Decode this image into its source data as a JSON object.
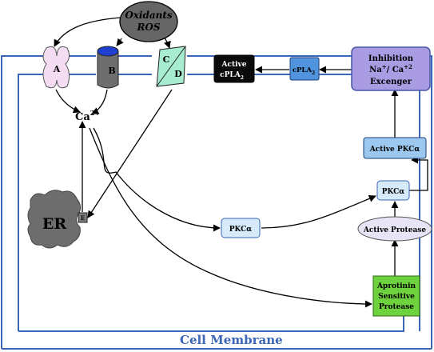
{
  "oxidants": {
    "line1": "Oxidants",
    "line2": "ROS"
  },
  "channels": {
    "a": "A",
    "b": "B",
    "c": "C",
    "d": "D",
    "e": "E"
  },
  "calcium": {
    "base": "Ca",
    "sup": "2+"
  },
  "er": "ER",
  "active_cpla2": {
    "line1": "Active",
    "line2": "cPLA",
    "sub": "2"
  },
  "cpla2": {
    "base": "cPLA",
    "sub": "2"
  },
  "exchanger": {
    "line1": "Inhibition",
    "line2a": "Na",
    "sup1": "+",
    "line2b": "/ Ca",
    "sup2": "+2",
    "line3": "Excenger"
  },
  "active_pkc": "Active PKCα",
  "pkc_right": "PKCα",
  "pkc_mid": "PKCα",
  "active_protease": "Active Protease",
  "aprotinin": {
    "line1": "Aprotinin",
    "line2": "Sensitive",
    "line3": "Protease"
  },
  "membrane_label": "Cell Membrane",
  "colors": {
    "membrane": "#3a66b8",
    "oxidant_fill": "#666666",
    "channel_a": "#f4dcf2",
    "channel_b_body": "#6e6e6e",
    "channel_b_top": "#1f3fd0",
    "channel_cd": "#a7ecd0",
    "er_fill": "#6d6d6d",
    "active_cpla2": "#0a0a0a",
    "cpla2": "#4f94dc",
    "exchanger": "#a99ce3",
    "active_pkc": "#9cc8f0",
    "pkc": "#d7eaf9",
    "active_protease": "#e8e4f6",
    "aprotinin": "#6ed23e"
  }
}
